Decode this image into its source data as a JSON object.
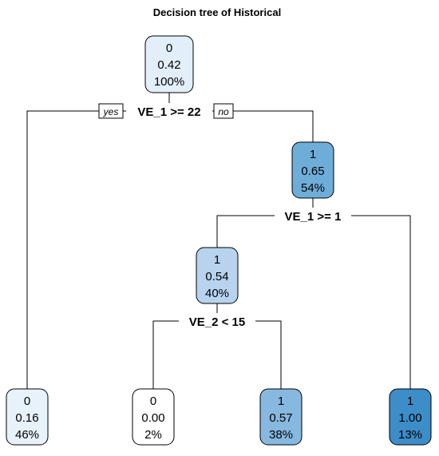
{
  "title": "Decision tree of Historical",
  "branch_labels": {
    "yes": "yes",
    "no": "no"
  },
  "nodes": [
    {
      "id": "root",
      "lines": [
        "0",
        "0.42",
        "100%"
      ],
      "fill": "#e2eef9"
    },
    {
      "id": "n3",
      "lines": [
        "1",
        "0.65",
        "54%"
      ],
      "fill": "#6fadd9"
    },
    {
      "id": "n6",
      "lines": [
        "1",
        "0.54",
        "40%"
      ],
      "fill": "#b7d3ee"
    },
    {
      "id": "leaf2",
      "lines": [
        "0",
        "0.16",
        "46%"
      ],
      "fill": "#e8f2fb"
    },
    {
      "id": "leaf12",
      "lines": [
        "0",
        "0.00",
        "2%"
      ],
      "fill": "#ffffff"
    },
    {
      "id": "leaf13",
      "lines": [
        "1",
        "0.57",
        "38%"
      ],
      "fill": "#87b8e0"
    },
    {
      "id": "leaf7",
      "lines": [
        "1",
        "1.00",
        "13%"
      ],
      "fill": "#3d8dc8"
    }
  ],
  "splits": [
    {
      "id": "s_root",
      "label": "VE_1 >= 22"
    },
    {
      "id": "s_n3",
      "label": "VE_1 >= 1"
    },
    {
      "id": "s_n6",
      "label": "VE_2 < 15"
    }
  ]
}
